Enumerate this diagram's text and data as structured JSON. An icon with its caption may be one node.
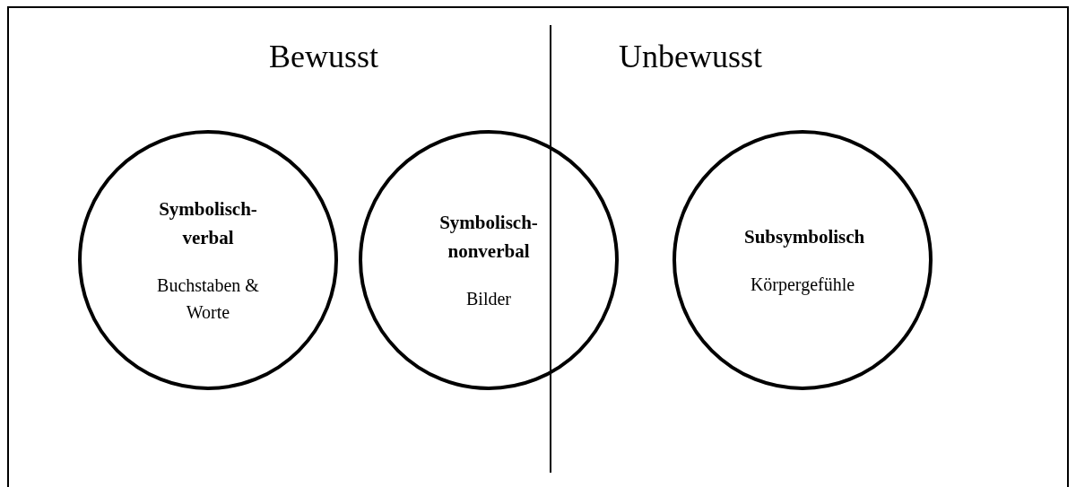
{
  "diagram": {
    "nodes": [
      {
        "text": [
          "Symbolisch-verbal",
          "Buchstaben & Worte"
        ]
      },
      {
        "text": [
          "Symbolisch-nonverbal",
          "Bilder"
        ]
      },
      {
        "text": [
          "Subsymbolisch",
          "Körpergefühle"
        ]
      }
    ],
    "labels": [
      "Bewusst",
      "Unbewusst"
    ]
  }
}
